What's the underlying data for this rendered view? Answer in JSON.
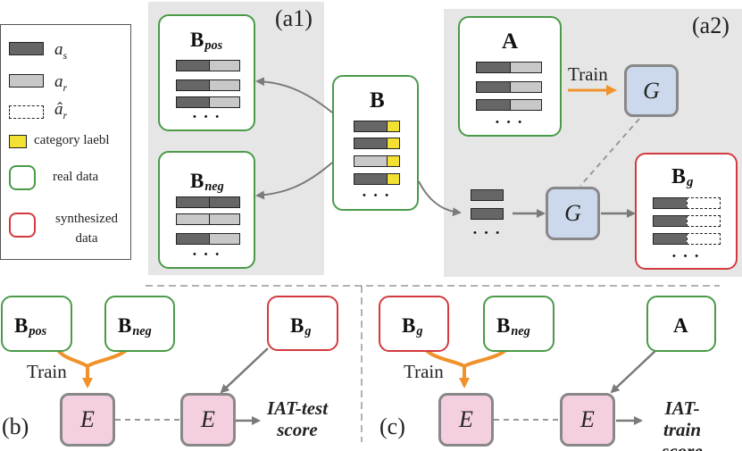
{
  "panels": {
    "a1": "(a1)",
    "a2": "(a2)",
    "b": "(b)",
    "c": "(c)"
  },
  "legend": {
    "as": "a",
    "as_sub": "s",
    "ar": "a",
    "ar_sub": "r",
    "ar_hat": "â",
    "ar_hat_sub": "r",
    "category": "category laebl",
    "real": "real data",
    "synth": "synthesized data"
  },
  "labels": {
    "B": "B",
    "pos": "pos",
    "neg": "neg",
    "g": "g",
    "A": "A",
    "G": "G",
    "E": "E",
    "train": "Train",
    "dots": "• • •",
    "iat_test": "IAT-test score",
    "iat_train": "IAT-train score"
  },
  "colors": {
    "real_border": "#4a9a48",
    "synth_border": "#d23a3f",
    "as_fill": "#666666",
    "ar_fill": "#c8c8c8",
    "category_fill": "#f2e033",
    "g_fill": "#ccd9ec",
    "e_fill": "#f4cfe0",
    "train_arrow": "#f0922b",
    "panel_bg": "#e6e6e6"
  }
}
